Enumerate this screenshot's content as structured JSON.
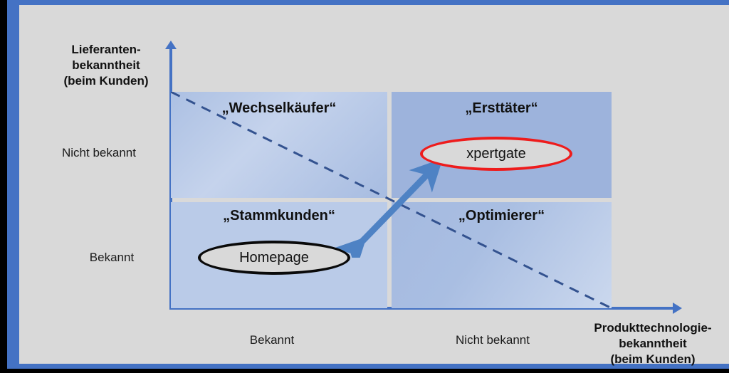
{
  "slide": {
    "background_color": "#D9D9D9",
    "frame_color": "#4472C4"
  },
  "axes": {
    "y": {
      "title_lines": [
        "Lieferanten-",
        "bekanntheit",
        "(beim Kunden)"
      ],
      "title_text": "Lieferanten-\nbekanntheit\n(beim Kunden)",
      "ticks": [
        "Nicht bekannt",
        "Bekannt"
      ],
      "tick_top": "Nicht bekannt",
      "tick_bottom": "Bekannt",
      "color": "#4472C4"
    },
    "x": {
      "title_lines": [
        "Produkttechnologie-",
        "bekanntheit",
        "(beim Kunden)"
      ],
      "title_text": "Produkttechnologie-\nbekanntheit\n(beim Kunden)",
      "ticks": [
        "Bekannt",
        "Nicht bekannt"
      ],
      "tick_left": "Bekannt",
      "tick_right": "Nicht bekannt",
      "color": "#4472C4"
    }
  },
  "quadrants": [
    {
      "id": "top-left",
      "label": "„Wechselkäufer“",
      "fill": "#ACC0E3"
    },
    {
      "id": "top-right",
      "label": "„Ersttäter“",
      "fill": "#9DB3DC"
    },
    {
      "id": "bottom-left",
      "label": "„Stammkunden“",
      "fill": "#BACBE8"
    },
    {
      "id": "bottom-right",
      "label": "„Optimierer“",
      "fill": "#A5BAE0"
    }
  ],
  "markers": [
    {
      "id": "xpertgate",
      "label": "xpertgate",
      "outline_color": "#EE1C1C",
      "fill": "#D9D9D9",
      "quadrant": "top-right"
    },
    {
      "id": "homepage",
      "label": "Homepage",
      "outline_color": "#0A0A0A",
      "fill": "#D9D9D9",
      "quadrant": "bottom-left"
    }
  ],
  "annotations": {
    "trend_line": {
      "style": "dashed",
      "color": "#33528F",
      "from": "top-left",
      "to": "bottom-right"
    },
    "movement_arrow": {
      "style": "double-headed",
      "color": "#4E82C4",
      "from": "bottom-left",
      "to": "top-right"
    }
  },
  "icons": {
    "y_axis_arrow": "arrow-up-icon",
    "x_axis_arrow": "arrow-right-icon",
    "movement_arrow": "double-arrow-icon"
  }
}
